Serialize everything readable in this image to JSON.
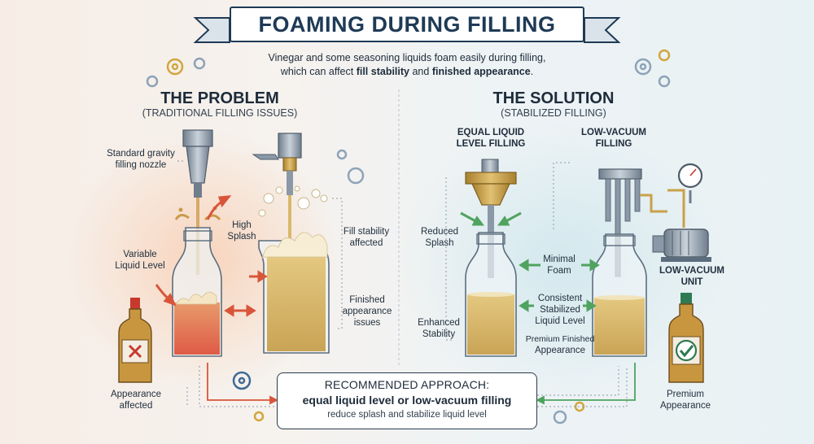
{
  "title": "FOAMING DURING FILLING",
  "intro": {
    "line1": "Vinegar and some seasoning liquids foam easily during filling,",
    "line2_prefix": "which can affect ",
    "line2_bold1": "fill stability",
    "line2_mid": " and ",
    "line2_bold2": "finished appearance",
    "line2_suffix": "."
  },
  "problem": {
    "heading": "THE PROBLEM",
    "subheading": "(TRADITIONAL FILLING ISSUES)",
    "labels": {
      "nozzle": [
        "Standard gravity",
        "filling nozzle"
      ],
      "splash": [
        "High",
        "Splash"
      ],
      "variable": [
        "Variable",
        "Liquid Level"
      ],
      "fill_stability": [
        "Fill stability",
        "affected"
      ],
      "finished": [
        "Finished",
        "appearance",
        "issues"
      ],
      "appearance": [
        "Appearance",
        "affected"
      ]
    }
  },
  "solution": {
    "heading": "THE SOLUTION",
    "subheading": "(STABILIZED FILLING)",
    "equal_title": [
      "EQUAL LIQUID",
      "LEVEL FILLING"
    ],
    "vacuum_title": [
      "LOW-VACUUM",
      "FILLING"
    ],
    "labels": {
      "reduced": [
        "Reduced",
        "Splash"
      ],
      "minimal": [
        "Minimal",
        "Foam"
      ],
      "enhanced": [
        "Enhanced",
        "Stability"
      ],
      "consistent": [
        "Consistent",
        "Stabilized",
        "Liquid Level"
      ],
      "premium_finished": [
        "Premium Finished",
        "Appearance"
      ],
      "unit": [
        "LOW-VACUUM",
        "UNIT"
      ],
      "premium": [
        "Premium",
        "Appearance"
      ]
    }
  },
  "recommended": {
    "title": "RECOMMENDED APPROACH:",
    "main": "equal liquid level or low-vacuum filling",
    "sub": "reduce splash and stabilize liquid level"
  },
  "colors": {
    "navy": "#1e3a55",
    "liquid": "#d9b96a",
    "red_liquid": "#e4795c",
    "red_arrow": "#d9553a",
    "green_arrow": "#4fa35f",
    "steel": "#8a98a8",
    "brass": "#c9a14a"
  }
}
